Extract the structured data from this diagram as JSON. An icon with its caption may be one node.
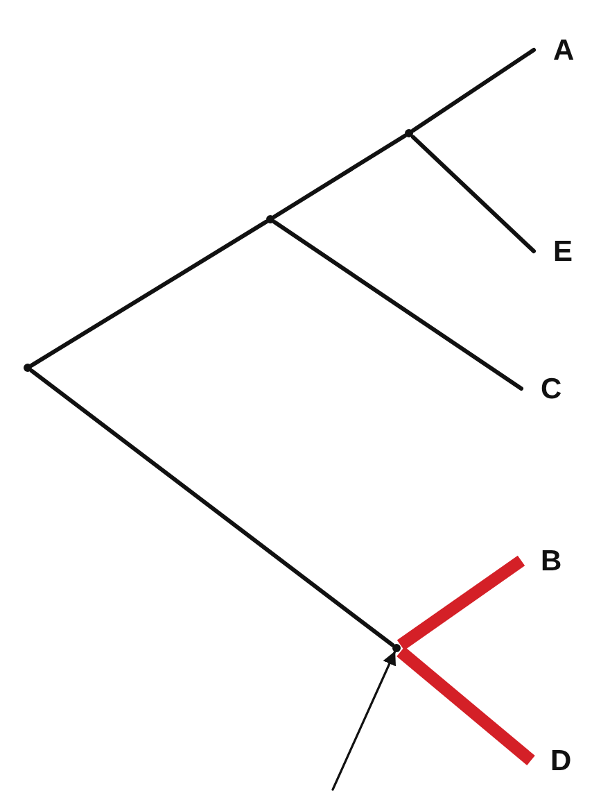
{
  "diagram": {
    "nodes": [
      {
        "text": [
          "A"
        ]
      },
      {
        "text": [
          "E"
        ]
      },
      {
        "text": [
          "C"
        ]
      },
      {
        "text": [
          "B"
        ]
      },
      {
        "text": [
          "D"
        ]
      },
      {
        "text": [],
        "shape": "point"
      },
      {
        "text": [],
        "shape": "point"
      },
      {
        "text": [],
        "shape": "point"
      },
      {
        "text": [],
        "shape": "point"
      }
    ],
    "edges": [
      {
        "from": 5,
        "to": 6,
        "arrow": "none"
      },
      {
        "from": 6,
        "to": 7,
        "arrow": "none"
      },
      {
        "from": 7,
        "to": 0,
        "arrow": "none"
      },
      {
        "from": 7,
        "to": 1,
        "arrow": "none"
      },
      {
        "from": 6,
        "to": 2,
        "arrow": "none"
      },
      {
        "from": 5,
        "to": 8,
        "arrow": "none"
      },
      {
        "from": 8,
        "to": 3,
        "arrow": "none",
        "style": "thick",
        "color": "#d42027"
      },
      {
        "from": 8,
        "to": 4,
        "arrow": "none",
        "style": "thick",
        "color": "#d42027"
      },
      {
        "from": null,
        "to": 8,
        "arrow": "to"
      }
    ]
  }
}
